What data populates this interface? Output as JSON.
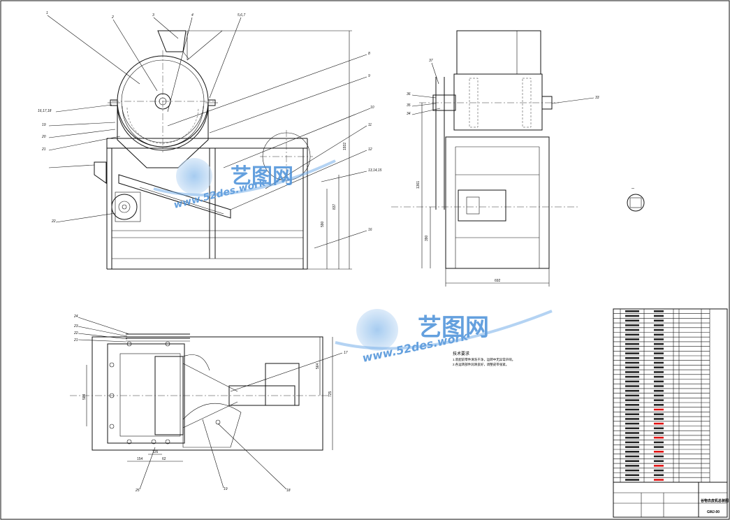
{
  "front_view": {
    "balloons": [
      "1",
      "2",
      "3",
      "4",
      "5,6,7",
      "8",
      "9",
      "10",
      "11",
      "12",
      "13,14,15",
      "16",
      "16,17,18",
      "19",
      "20",
      "21",
      "22"
    ],
    "dims": [
      "1932",
      "837",
      "590"
    ]
  },
  "side_view": {
    "balloons": [
      "37",
      "36",
      "35",
      "34",
      "33"
    ],
    "dims": [
      "1361",
      "390",
      "692"
    ]
  },
  "top_view": {
    "balloons": [
      "24",
      "23",
      "22",
      "21",
      "17",
      "19",
      "18",
      "25"
    ],
    "dims": [
      "584",
      "564",
      "725",
      "154",
      "62",
      "126"
    ]
  },
  "detail_label": "I",
  "tech_req": {
    "title": "技术要求",
    "lines": [
      "1.装配前零件清洗干净，运转中无异常声响。",
      "2.各运转部件润滑良好，调整皮带张紧。"
    ]
  },
  "title_block": {
    "drawing_name": "谷物去皮机总装图",
    "drawing_no": "GMJ-00"
  },
  "watermark": {
    "brand": "艺图网",
    "url": "www.52des.work"
  }
}
